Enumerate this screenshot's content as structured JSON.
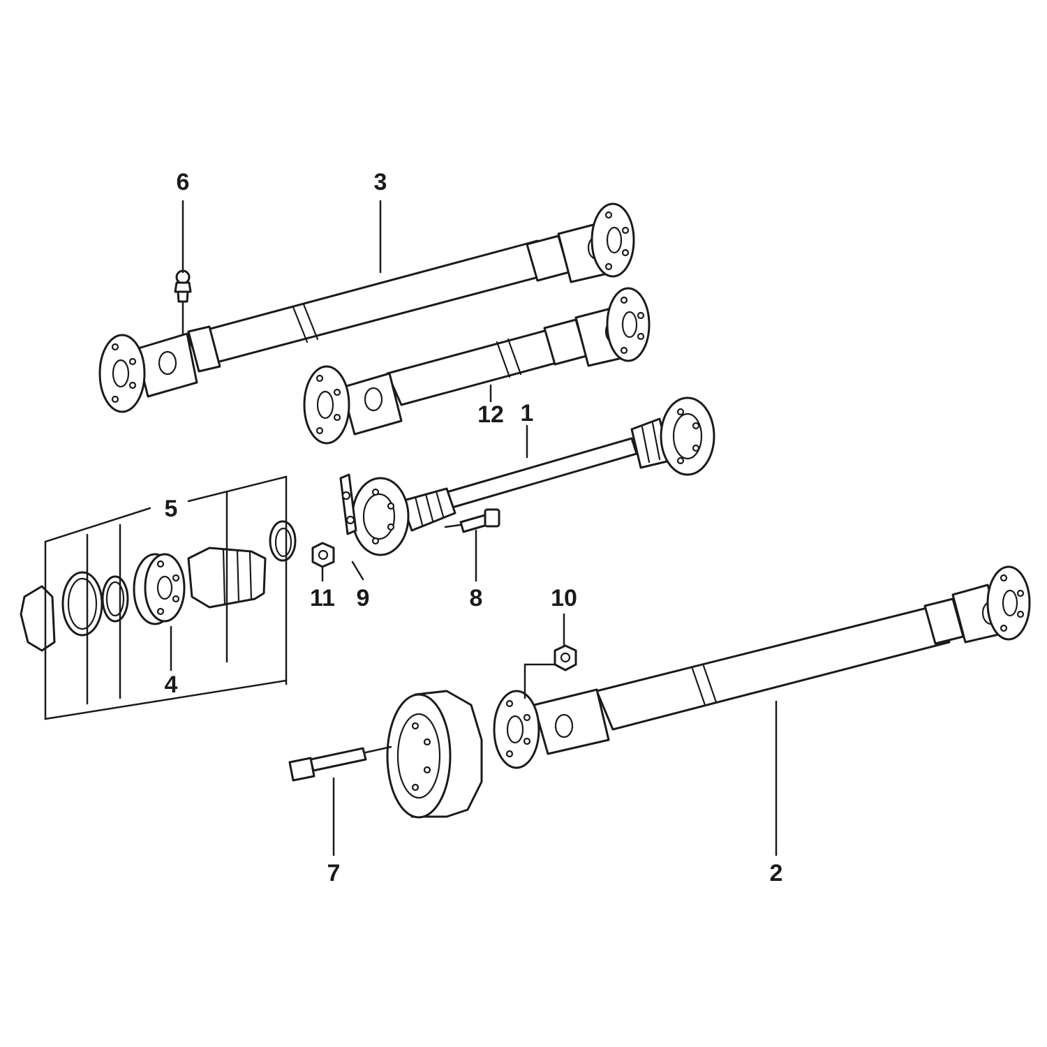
{
  "callouts": {
    "c1": "1",
    "c2": "2",
    "c3": "3",
    "c4": "4",
    "c5": "5",
    "c6": "6",
    "c7": "7",
    "c8": "8",
    "c9": "9",
    "c10": "10",
    "c11": "11",
    "c12": "12"
  },
  "colors": {
    "line": "#1a1a1a",
    "background": "#ffffff"
  }
}
